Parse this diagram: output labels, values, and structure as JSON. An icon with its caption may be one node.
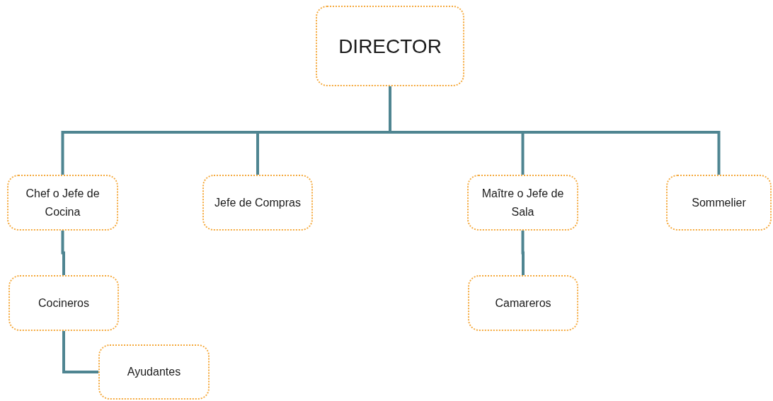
{
  "diagram": {
    "nodes": [
      {
        "text": [
          "DIRECTOR"
        ]
      },
      {
        "text": [
          "Chef o Jefe de Cocina"
        ]
      },
      {
        "text": [
          "Jefe de Compras"
        ]
      },
      {
        "text": [
          "Maître o Jefe de Sala"
        ]
      },
      {
        "text": [
          "Sommelier"
        ]
      },
      {
        "text": [
          "Cocineros"
        ]
      },
      {
        "text": [
          "Camareros"
        ]
      },
      {
        "text": [
          "Ayudantes"
        ]
      }
    ],
    "edges": [
      {
        "from": 0,
        "to": 1,
        "arrow": "none"
      },
      {
        "from": 0,
        "to": 2,
        "arrow": "none"
      },
      {
        "from": 0,
        "to": 3,
        "arrow": "none"
      },
      {
        "from": 0,
        "to": 4,
        "arrow": "none"
      },
      {
        "from": 1,
        "to": 5,
        "arrow": "none"
      },
      {
        "from": 5,
        "to": 7,
        "arrow": "none"
      },
      {
        "from": 3,
        "to": 6,
        "arrow": "none"
      }
    ]
  }
}
